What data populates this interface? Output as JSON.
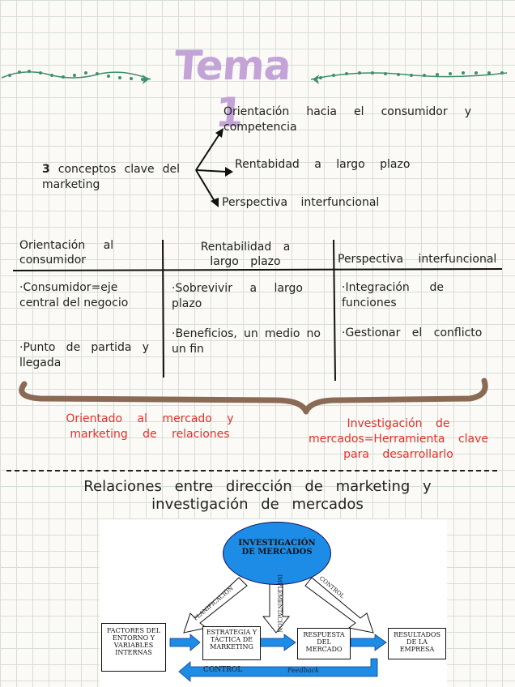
{
  "title": "Tema 1",
  "concepts": {
    "number": "3",
    "label": "conceptos clave del marketing",
    "branches": [
      "Orientación hacia el consumidor y competencia",
      "Rentabidad a largo plazo",
      "Perspectiva interfuncional"
    ]
  },
  "table": {
    "headers": [
      "Orientación al consumidor",
      "Rentabilidad a largo plazo",
      "Perspectiva interfuncional"
    ],
    "col1": [
      "·Consumidor=eje central del negocio",
      "·Punto de partida y llegada"
    ],
    "col2": [
      "·Sobrevivir a largo plazo",
      "·Beneficios, un medio no un fin"
    ],
    "col3": [
      "·Integración de funciones",
      "·Gestionar el conflicto"
    ]
  },
  "notes": {
    "left": "Orientado al mercado y marketing de relaciones",
    "right": "Investigación de mercados=Herramienta clave para desarrollarlo"
  },
  "relations_title": "Relaciones entre dirección de marketing y investigación de mercados",
  "diagram": {
    "oval": "INVESTIGACIÓN DE MERCADOS",
    "boxes": {
      "factores": "FACTORES DEL ENTORNO Y VARIABLES INTERNAS",
      "estrategia": "ESTRATEGIA Y TÁCTICA DE MARKETING",
      "respuesta": "RESPUESTA DEL MERCADO",
      "resultados": "RESULTADOS DE LA EMPRESA"
    },
    "arrows": {
      "planificacion": "PLANIFICACIÓN",
      "implementacion": "IMPLEMENTACIÓN",
      "control_diag": "CONTROL",
      "control_bottom": "CONTROL",
      "feedback": "Feedback"
    }
  },
  "colors": {
    "title": "#c3a3d8",
    "note_red": "#e3312b",
    "brace": "#8a6a55",
    "oval_blue": "#1d8ce6",
    "garland_green": "#3f8f6e"
  }
}
